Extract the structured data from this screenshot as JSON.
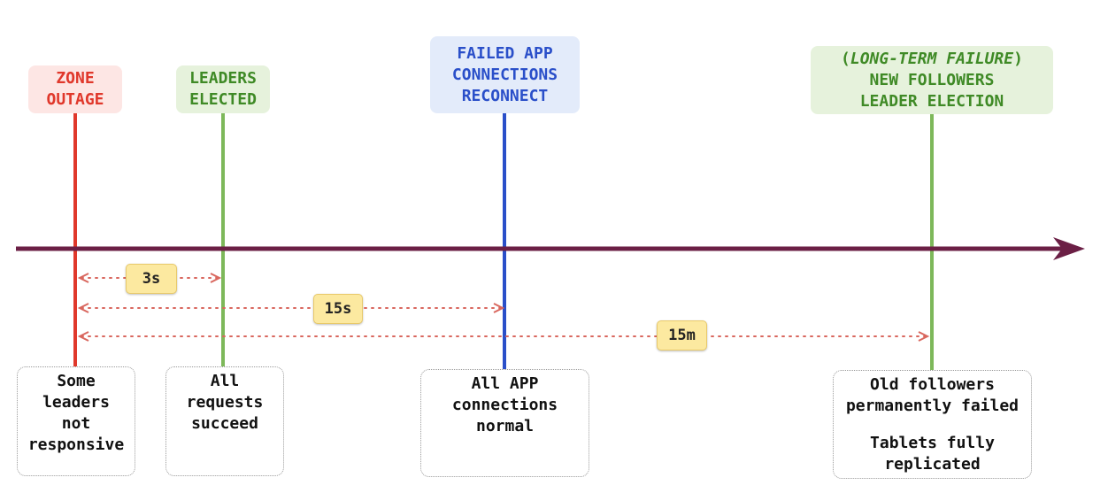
{
  "colors": {
    "axis": "#6b1f45",
    "red": "#e0382b",
    "green": "#7db85a",
    "blue": "#2a4fc9",
    "dotted": "#d9675e",
    "green_text": "#3f8a26",
    "blue_text": "#2a4fc9",
    "red_text": "#e0382b"
  },
  "events": {
    "zone_outage": {
      "line1": "ZONE",
      "line2": "OUTAGE"
    },
    "leaders_elected": {
      "line1": "LEADERS",
      "line2": "ELECTED"
    },
    "app_reconnect": {
      "line1": "FAILED APP",
      "line2": "CONNECTIONS",
      "line3": "RECONNECT"
    },
    "long_term": {
      "paren_open": "(",
      "emphasis": "LONG-TERM FAILURE",
      "paren_close": ")",
      "line2": "NEW FOLLOWERS",
      "line3": "LEADER ELECTION"
    }
  },
  "durations": {
    "d1": "3s",
    "d2": "15s",
    "d3": "15m"
  },
  "descriptions": {
    "zone_outage": [
      "Some",
      "leaders",
      "not",
      "responsive"
    ],
    "leaders_elected": [
      "All",
      "requests",
      "succeed"
    ],
    "app_reconnect": [
      "All APP",
      "connections",
      "normal"
    ],
    "long_term_a": [
      "Old followers",
      "permanently failed"
    ],
    "long_term_b": [
      "Tablets fully",
      "replicated"
    ]
  }
}
